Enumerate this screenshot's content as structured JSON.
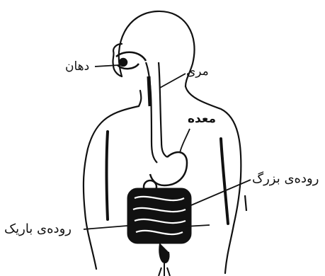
{
  "labels": {
    "mouth": "دهان",
    "esophagus": "مری",
    "stomach": "معده",
    "large_intestine": "رودەی بزرگ",
    "small_intestine": "رودەی باریک"
  }
}
